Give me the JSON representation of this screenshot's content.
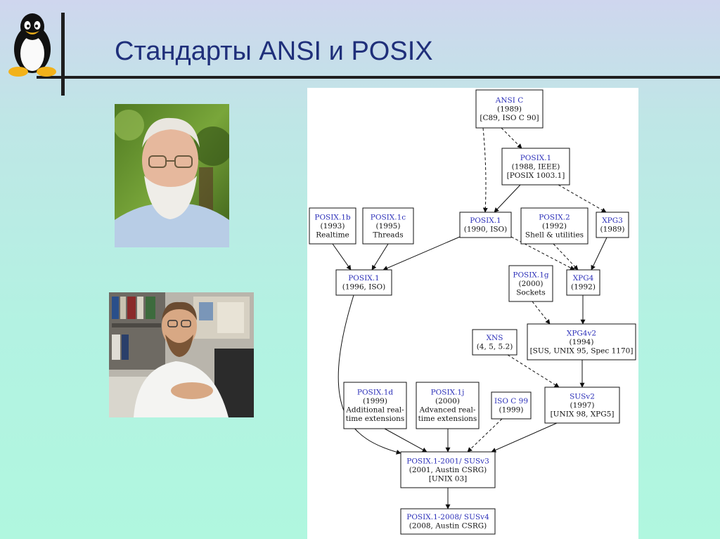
{
  "slide": {
    "title": "Стандарты ANSI и POSIX"
  },
  "diagram": {
    "nodes": [
      {
        "id": "ansi_c",
        "name": "ANSI C",
        "lines": [
          "(1989)",
          "[C89, ISO C 90]"
        ]
      },
      {
        "id": "posix1_1988",
        "name": "POSIX.1",
        "lines": [
          "(1988, IEEE)",
          "[POSIX 1003.1]"
        ]
      },
      {
        "id": "posix1b",
        "name": "POSIX.1b",
        "lines": [
          "(1993)",
          "Realtime"
        ]
      },
      {
        "id": "posix1c",
        "name": "POSIX.1c",
        "lines": [
          "(1995)",
          "Threads"
        ]
      },
      {
        "id": "posix1_1990",
        "name": "POSIX.1",
        "lines": [
          "(1990, ISO)"
        ]
      },
      {
        "id": "posix2",
        "name": "POSIX.2",
        "lines": [
          "(1992)",
          "Shell & utilities"
        ]
      },
      {
        "id": "xpg3",
        "name": "XPG3",
        "lines": [
          "(1989)"
        ]
      },
      {
        "id": "posix1_1996",
        "name": "POSIX.1",
        "lines": [
          "(1996, ISO)"
        ]
      },
      {
        "id": "posix1g",
        "name": "POSIX.1g",
        "lines": [
          "(2000)",
          "Sockets"
        ]
      },
      {
        "id": "xpg4",
        "name": "XPG4",
        "lines": [
          "(1992)"
        ]
      },
      {
        "id": "xpg4v2",
        "name": "XPG4v2",
        "lines": [
          "(1994)",
          "[SUS, UNIX 95, Spec 1170]"
        ]
      },
      {
        "id": "xns",
        "name": "XNS",
        "lines": [
          "(4, 5, 5.2)"
        ]
      },
      {
        "id": "posix1d",
        "name": "POSIX.1d",
        "lines": [
          "(1999)",
          "Additional real-",
          "time extensions"
        ]
      },
      {
        "id": "posix1j",
        "name": "POSIX.1j",
        "lines": [
          "(2000)",
          "Advanced real-",
          "time extensions"
        ]
      },
      {
        "id": "isoc99",
        "name": "ISO C 99",
        "lines": [
          "(1999)"
        ]
      },
      {
        "id": "susv2",
        "name": "SUSv2",
        "lines": [
          "(1997)",
          "[UNIX 98, XPG5]"
        ]
      },
      {
        "id": "posix2001",
        "name": "POSIX.1-2001/ SUSv3",
        "lines": [
          "(2001, Austin CSRG)",
          "[UNIX 03]"
        ]
      },
      {
        "id": "posix2008",
        "name": "POSIX.1-2008/ SUSv4",
        "lines": [
          "(2008, Austin CSRG)"
        ]
      }
    ],
    "edges": [
      {
        "from": "ansi_c",
        "to": "posix1_1988",
        "style": "dashed"
      },
      {
        "from": "ansi_c",
        "to": "posix1_1990",
        "style": "dashed"
      },
      {
        "from": "posix1_1988",
        "to": "posix1_1990",
        "style": "solid"
      },
      {
        "from": "posix1_1988",
        "to": "xpg3",
        "style": "dashed"
      },
      {
        "from": "posix1b",
        "to": "posix1_1996",
        "style": "solid"
      },
      {
        "from": "posix1c",
        "to": "posix1_1996",
        "style": "solid"
      },
      {
        "from": "posix1_1990",
        "to": "posix1_1996",
        "style": "solid"
      },
      {
        "from": "posix1_1990",
        "to": "xpg4",
        "style": "dashed"
      },
      {
        "from": "posix2",
        "to": "xpg4",
        "style": "dashed"
      },
      {
        "from": "xpg3",
        "to": "xpg4",
        "style": "solid"
      },
      {
        "from": "xpg4",
        "to": "xpg4v2",
        "style": "solid"
      },
      {
        "from": "posix1g",
        "to": "xpg4v2",
        "style": "dashed"
      },
      {
        "from": "xpg4v2",
        "to": "susv2",
        "style": "solid"
      },
      {
        "from": "xns",
        "to": "susv2",
        "style": "dashed"
      },
      {
        "from": "posix1_1996",
        "to": "posix2001",
        "style": "solid"
      },
      {
        "from": "posix1d",
        "to": "posix2001",
        "style": "solid"
      },
      {
        "from": "posix1j",
        "to": "posix2001",
        "style": "solid"
      },
      {
        "from": "isoc99",
        "to": "posix2001",
        "style": "dashed"
      },
      {
        "from": "susv2",
        "to": "posix2001",
        "style": "solid"
      },
      {
        "from": "posix2001",
        "to": "posix2008",
        "style": "solid"
      }
    ]
  },
  "colors": {
    "title": "#1f2f7a",
    "node_name": "#2b2fb8",
    "node_text": "#111111",
    "edge": "#111111"
  },
  "icons": {
    "logo": "tux-penguin-icon"
  }
}
